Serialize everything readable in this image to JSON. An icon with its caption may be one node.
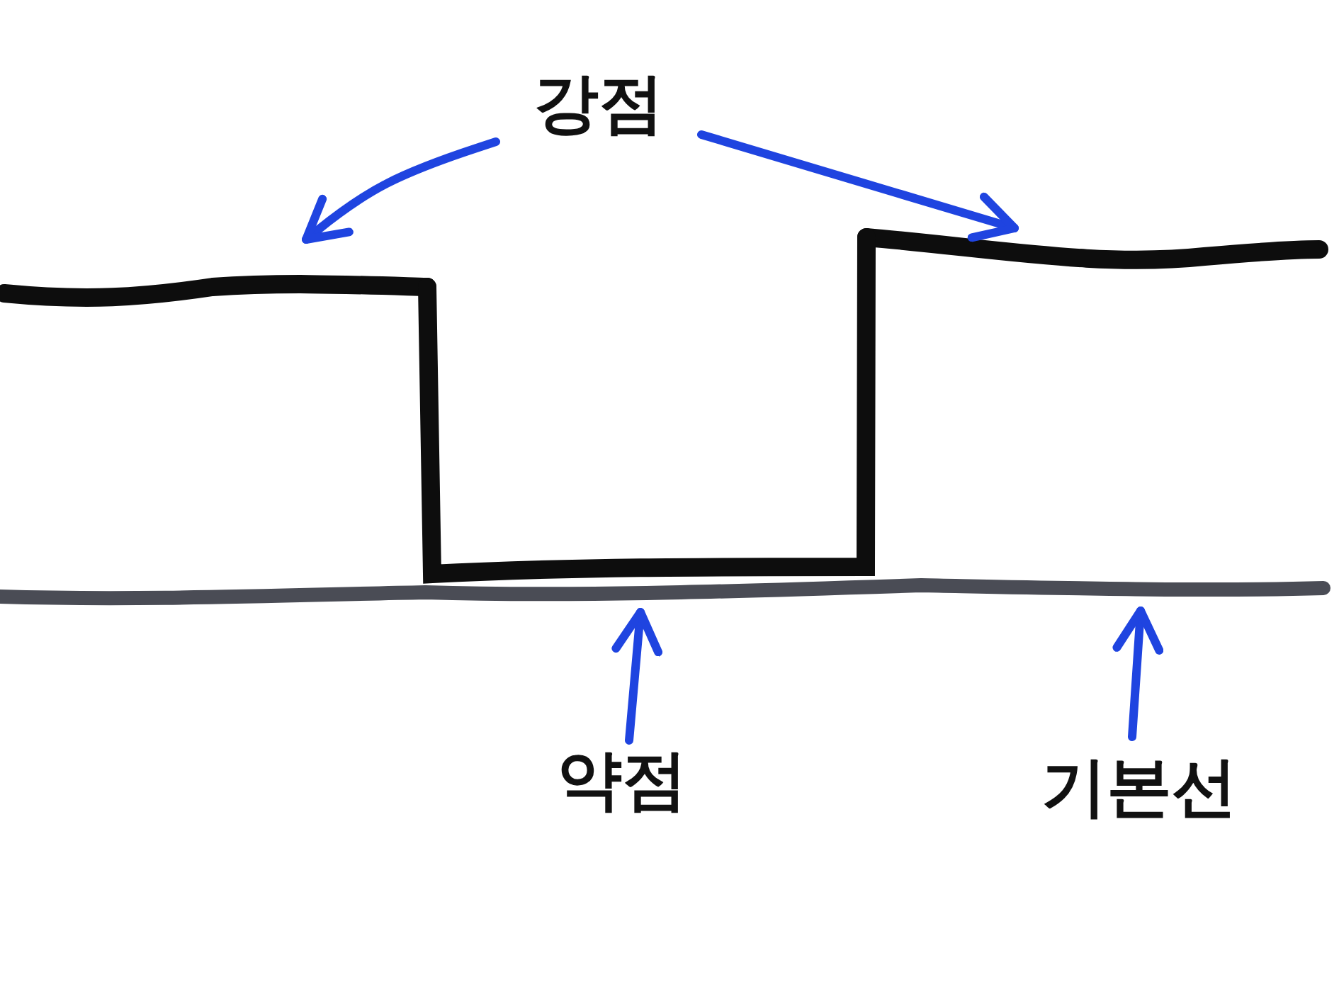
{
  "diagram": {
    "nodes": [
      {
        "text": [
          "강점"
        ]
      },
      {
        "text": [
          "약점"
        ]
      },
      {
        "text": [
          "기본선"
        ]
      },
      {
        "text": [],
        "shape": "line"
      },
      {
        "text": [],
        "shape": "line"
      },
      {
        "text": [],
        "shape": "line"
      },
      {
        "text": [],
        "shape": "line"
      }
    ],
    "edges": [
      {
        "from": 0,
        "to": 3,
        "arrow": "to"
      },
      {
        "from": 0,
        "to": 4,
        "arrow": "to"
      },
      {
        "from": 1,
        "to": 5,
        "arrow": "to"
      },
      {
        "from": 2,
        "to": 6,
        "arrow": "to"
      }
    ]
  }
}
